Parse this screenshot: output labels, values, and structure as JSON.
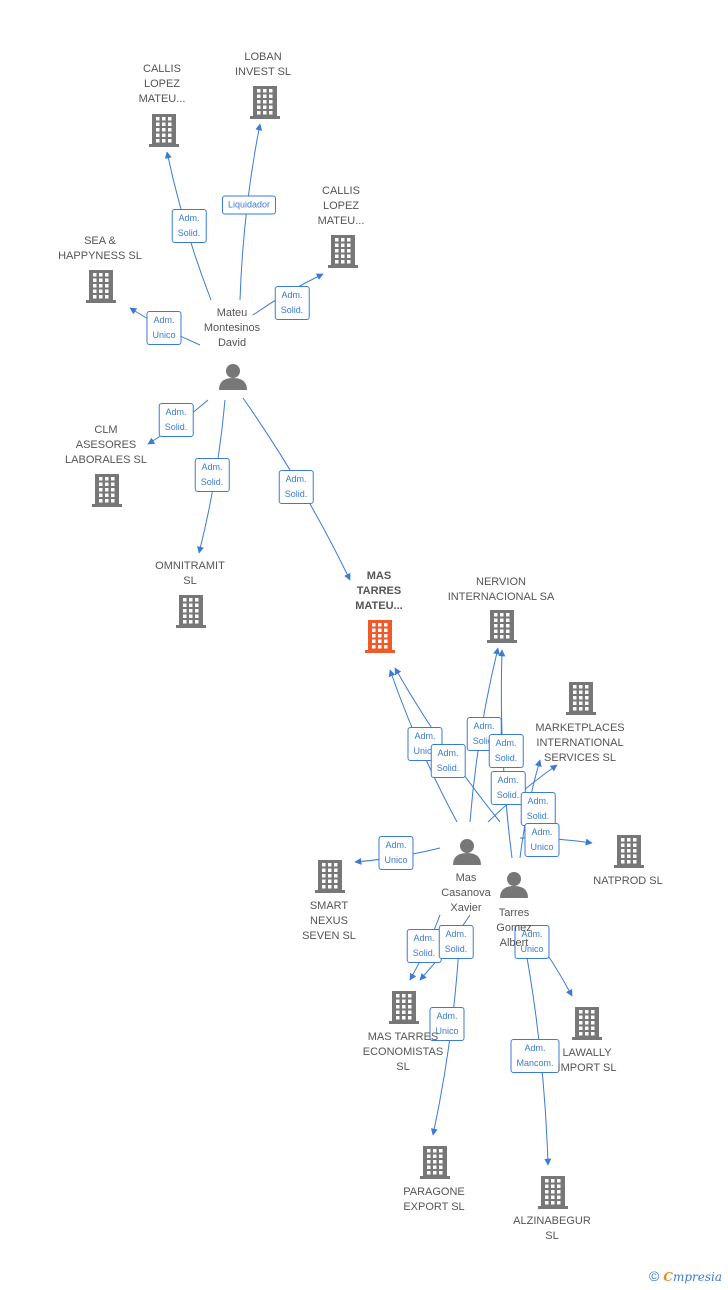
{
  "colors": {
    "edge": "#3a7bd5",
    "building": "#777777",
    "highlight": "#f05a28",
    "person": "#777777"
  },
  "nodes": [
    {
      "id": "callis1",
      "type": "company",
      "label": "CALLIS\nLOPEZ\nMATEU..."
    },
    {
      "id": "loban",
      "type": "company",
      "label": "LOBAN\nINVEST SL"
    },
    {
      "id": "callis2",
      "type": "company",
      "label": "CALLIS\nLOPEZ\nMATEU..."
    },
    {
      "id": "sea",
      "type": "company",
      "label": "SEA &\nHAPPYNESS  SL"
    },
    {
      "id": "mateu",
      "type": "person",
      "label": "Mateu\nMontesinos\nDavid"
    },
    {
      "id": "clm",
      "type": "company",
      "label": "CLM\nASESORES\nLABORALES  SL"
    },
    {
      "id": "omnitramit",
      "type": "company",
      "label": "OMNITRAMIT\nSL"
    },
    {
      "id": "mastarres",
      "type": "company",
      "highlight": true,
      "label": "MAS\nTARRES\nMATEU..."
    },
    {
      "id": "nervion",
      "type": "company",
      "label": "NERVION\nINTERNACIONAL SA"
    },
    {
      "id": "marketplaces",
      "type": "company",
      "label": "MARKETPLACES\nINTERNATIONAL\nSERVICES  SL"
    },
    {
      "id": "natprod",
      "type": "company",
      "label": "NATPROD  SL"
    },
    {
      "id": "smart",
      "type": "company",
      "label": "SMART\nNEXUS\nSEVEN SL"
    },
    {
      "id": "mascasanova",
      "type": "person",
      "label": "Mas\nCasanova\nXavier"
    },
    {
      "id": "tarres",
      "type": "person",
      "label": "Tarres\nGomez\nAlbert"
    },
    {
      "id": "mastarreseco",
      "type": "company",
      "label": "MAS TARRES\nECONOMISTAS\nSL"
    },
    {
      "id": "lawally",
      "type": "company",
      "label": "LAWALLY\nIMPORT  SL"
    },
    {
      "id": "paragone",
      "type": "company",
      "label": "PARAGONE\nEXPORT  SL"
    },
    {
      "id": "alzinabegur",
      "type": "company",
      "label": "ALZINABEGUR\nSL"
    }
  ],
  "edges": [
    {
      "from": "mateu",
      "to": "callis1",
      "label": "Adm.\nSolid."
    },
    {
      "from": "mateu",
      "to": "loban",
      "label": "Liquidador"
    },
    {
      "from": "mateu",
      "to": "callis2",
      "label": "Adm.\nSolid."
    },
    {
      "from": "mateu",
      "to": "sea",
      "label": "Adm.\nUnico"
    },
    {
      "from": "mateu",
      "to": "clm",
      "label": "Adm.\nSolid."
    },
    {
      "from": "mateu",
      "to": "omnitramit",
      "label": "Adm.\nSolid."
    },
    {
      "from": "mateu",
      "to": "mastarres",
      "label": "Adm.\nSolid."
    },
    {
      "from": "mascasanova",
      "to": "mastarres",
      "label": "Adm.\nUnico"
    },
    {
      "from": "tarres",
      "to": "mastarres",
      "label": "Adm.\nSolid."
    },
    {
      "from": "mascasanova",
      "to": "nervion",
      "label": "Adm.\nSolid."
    },
    {
      "from": "tarres",
      "to": "nervion",
      "label": "Adm.\nSolid."
    },
    {
      "from": "mascasanova",
      "to": "marketplaces",
      "label": "Adm.\nSolid."
    },
    {
      "from": "tarres",
      "to": "marketplaces",
      "label": "Adm.\nSolid."
    },
    {
      "from": "tarres",
      "to": "natprod",
      "label": "Adm.\nUnico"
    },
    {
      "from": "mascasanova",
      "to": "smart",
      "label": "Adm.\nUnico"
    },
    {
      "from": "mascasanova",
      "to": "mastarreseco",
      "label": "Adm.\nSolid."
    },
    {
      "from": "tarres",
      "to": "mastarreseco",
      "label": "Adm.\nSolid."
    },
    {
      "from": "tarres",
      "to": "lawally",
      "label": "Adm.\nUnico"
    },
    {
      "from": "mascasanova",
      "to": "paragone",
      "label": "Adm.\nUnico"
    },
    {
      "from": "tarres",
      "to": "alzinabegur",
      "label": "Adm.\nMancom."
    }
  ],
  "footer": {
    "copyright_symbol": "©",
    "brand_first": "C",
    "brand_rest": "mpresia"
  }
}
